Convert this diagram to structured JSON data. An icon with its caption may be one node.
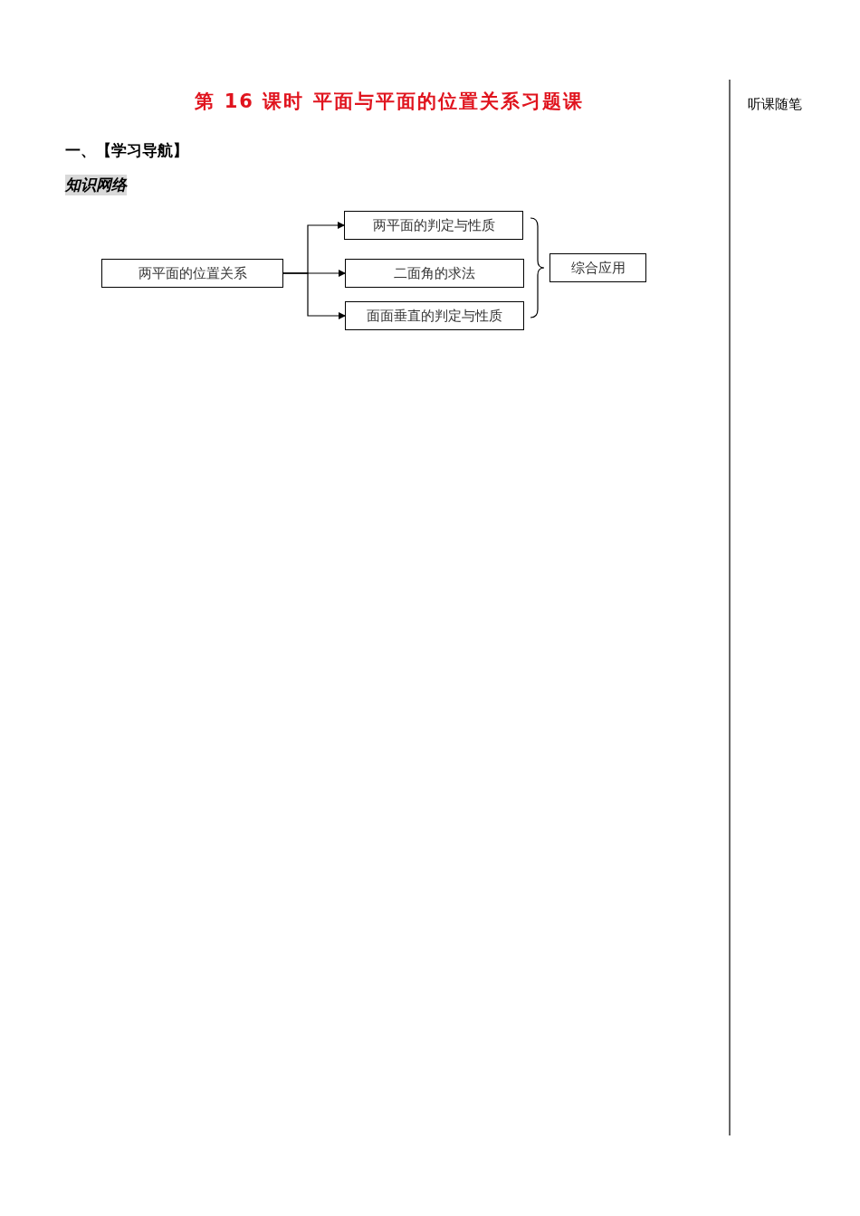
{
  "diagram": {
    "title": "第 16 课时  平面与平面的位置关系习题课",
    "nodes": [
      {
        "text": [
          "两平面的位置关系"
        ]
      },
      {
        "text": [
          "两平面的判定与性质"
        ]
      },
      {
        "text": [
          "二面角的求法"
        ]
      },
      {
        "text": [
          "面面垂直的判定与性质"
        ]
      },
      {
        "text": [
          "综合应用"
        ]
      }
    ],
    "edges": [
      {
        "from": 0,
        "to": 1,
        "arrow": "to"
      },
      {
        "from": 0,
        "to": 2,
        "arrow": "to"
      },
      {
        "from": 0,
        "to": 3,
        "arrow": "to"
      }
    ],
    "labels": [
      "一、【学习导航】",
      "知识网络",
      "听课随笔"
    ]
  }
}
